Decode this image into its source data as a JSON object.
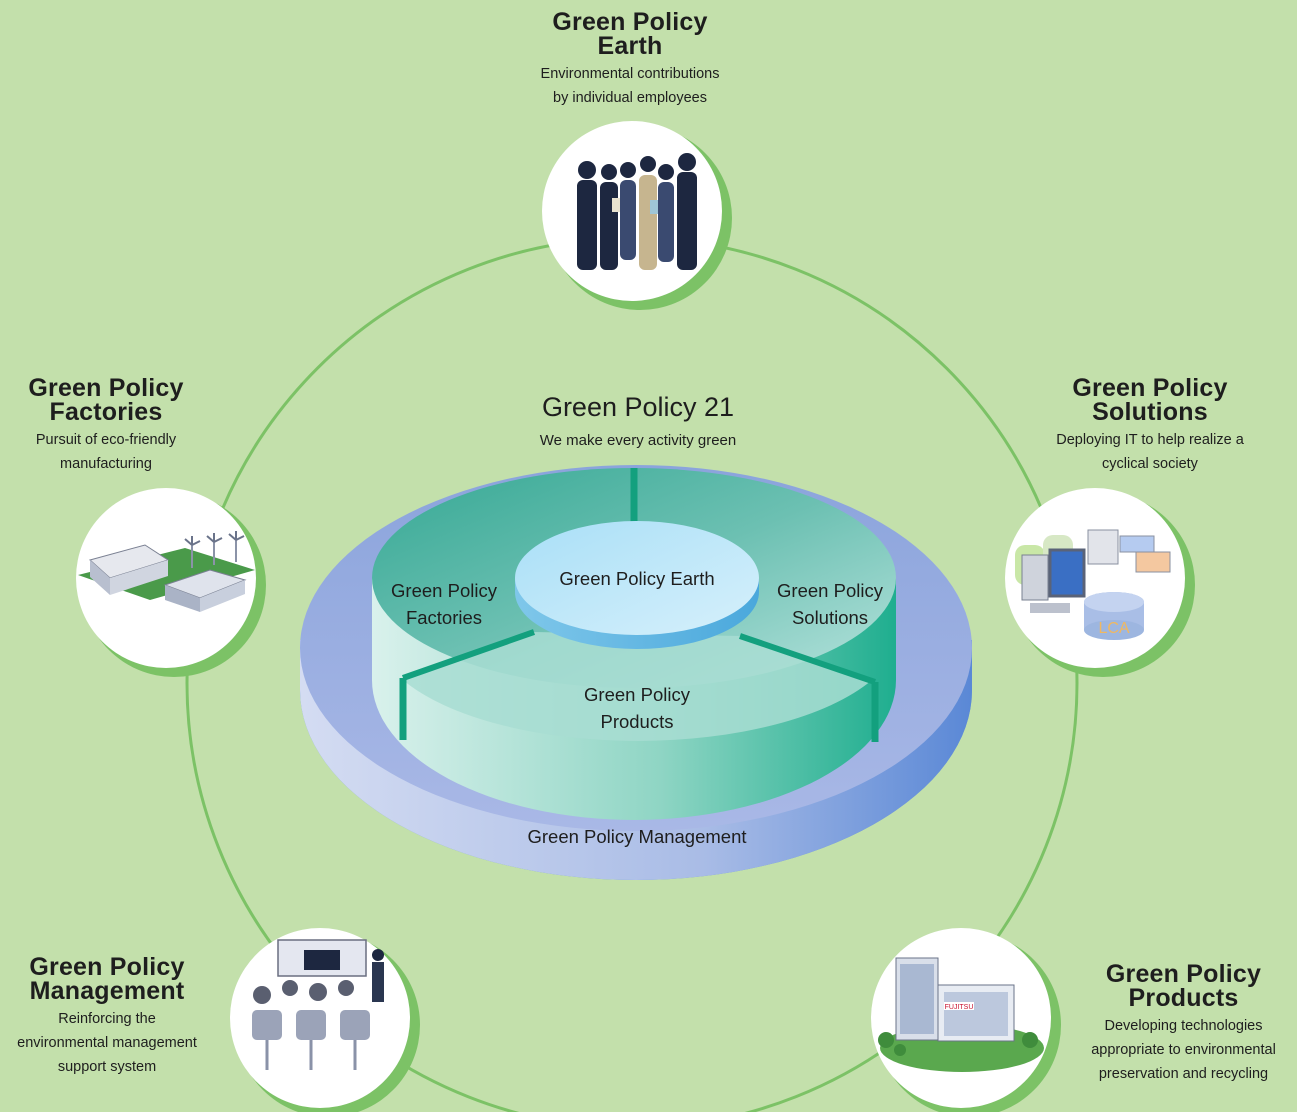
{
  "center": {
    "title": "Green Policy 21",
    "subtitle": "We make every activity green"
  },
  "disc": {
    "earth": "Green Policy Earth",
    "factories": [
      "Green Policy",
      "Factories"
    ],
    "solutions": [
      "Green Policy",
      "Solutions"
    ],
    "products": [
      "Green Policy",
      "Products"
    ],
    "management": "Green Policy Management",
    "lca_label": "LCA"
  },
  "policies": {
    "earth": {
      "title": [
        "Green Policy",
        "Earth"
      ],
      "desc": [
        "Environmental contributions",
        "by individual employees"
      ],
      "icon": "employees-group-icon"
    },
    "factories": {
      "title": [
        "Green Policy",
        "Factories"
      ],
      "desc": [
        "Pursuit of eco-friendly",
        "manufacturing"
      ],
      "icon": "factory-windmill-icon"
    },
    "solutions": {
      "title": [
        "Green Policy",
        "Solutions"
      ],
      "desc": [
        "Deploying IT to help realize a",
        "cyclical society"
      ],
      "icon": "it-systems-icon"
    },
    "management": {
      "title": [
        "Green Policy",
        "Management"
      ],
      "desc": [
        "Reinforcing the",
        "environmental management",
        "support system"
      ],
      "icon": "seminar-meeting-icon"
    },
    "products": {
      "title": [
        "Green Policy",
        "Products"
      ],
      "desc": [
        "Developing technologies",
        "appropriate to environmental",
        "preservation and recycling"
      ],
      "icon": "office-buildings-icon"
    }
  },
  "colors": {
    "background": "#c3e0ab",
    "ring": "#7cc266",
    "teal": "#2fae96",
    "blue": "#8ea8db",
    "earth_blue": "#8fd2f3"
  }
}
